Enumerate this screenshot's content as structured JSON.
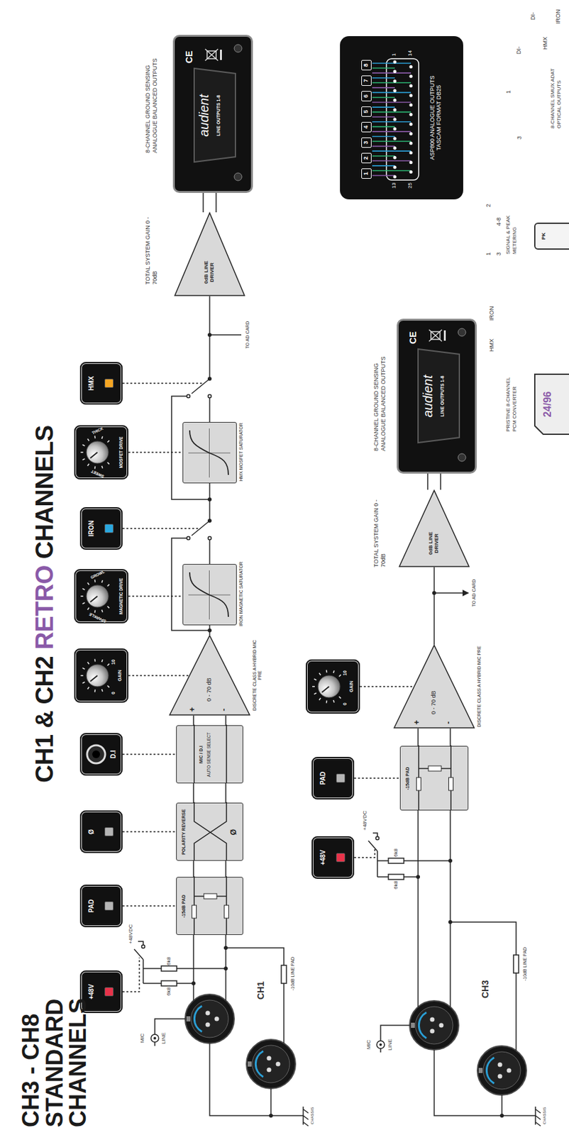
{
  "diagram": {
    "title": "CH1 & CH2 RETRO CHANNELS",
    "nodes": [
      {
        "text": [
          "+48V"
        ]
      },
      {
        "text": [
          "PAD"
        ]
      },
      {
        "text": [
          "Ø"
        ]
      },
      {
        "text": [
          "D.I"
        ]
      },
      {
        "text": [
          "GAIN",
          "0",
          "10"
        ]
      },
      {
        "text": [
          "MAGNETIC DRIVE",
          "SPARKLE",
          "GROWL"
        ]
      },
      {
        "text": [
          "IRON"
        ]
      },
      {
        "text": [
          "MOSFET DRIVE",
          "SWEET",
          "THICK"
        ]
      },
      {
        "text": [
          "HMX"
        ]
      },
      {
        "text": [
          "-15dB PAD"
        ]
      },
      {
        "text": [
          "POLARITY REVERSE",
          "Ø"
        ]
      },
      {
        "text": [
          "MIC / D.I",
          "AUTO SENSE SELECT"
        ]
      },
      {
        "text": [
          "+",
          "-",
          "0 - 70 dB",
          "DISCRETE CLASS A HYBRID MIC PRE"
        ]
      },
      {
        "text": [
          "IRON MAGNETIC SATURATOR"
        ]
      },
      {
        "text": [
          "HMX MOSFET SATURATOR"
        ]
      },
      {
        "text": [
          "0dB LINE DRIVER"
        ]
      },
      {
        "text": [
          "audient",
          "LINE OUTPUTS 1-8",
          "CE"
        ]
      },
      {
        "text": [
          "+48V"
        ]
      },
      {
        "text": [
          "PAD"
        ]
      },
      {
        "text": [
          "GAIN",
          "0",
          "10"
        ]
      },
      {
        "text": [
          "-15dB PAD"
        ]
      },
      {
        "text": [
          "+",
          "-",
          "0 - 70 dB",
          "DISCRETE CLASS A HYBRID MIC PRE"
        ]
      },
      {
        "text": [
          "0dB LINE DRIVER"
        ]
      },
      {
        "text": [
          "audient",
          "LINE OUTPUTS 1-8",
          "CE"
        ]
      },
      {
        "text": [
          "ASP800 ANALOGUE OUTPUTS TASCAM FORMAT DB25"
        ]
      },
      {
        "text": [
          "1"
        ],
        "in": 24
      },
      {
        "text": [
          "2"
        ],
        "in": 24
      },
      {
        "text": [
          "3"
        ],
        "in": 24
      },
      {
        "text": [
          "4"
        ],
        "in": 24
      },
      {
        "text": [
          "5"
        ],
        "in": 24
      },
      {
        "text": [
          "6"
        ],
        "in": 24
      },
      {
        "text": [
          "7"
        ],
        "in": 24
      },
      {
        "text": [
          "8"
        ],
        "in": 24
      },
      {
        "text": [
          "PK"
        ]
      },
      {
        "text": [
          "24/96"
        ]
      }
    ],
    "edges": [
      {
        "from": 1,
        "to": 9,
        "arrow": "none"
      },
      {
        "from": 2,
        "to": 10,
        "arrow": "none"
      },
      {
        "from": 3,
        "to": 11,
        "arrow": "none"
      },
      {
        "from": 4,
        "to": 12,
        "arrow": "none"
      },
      {
        "from": 5,
        "to": 13,
        "arrow": "none"
      },
      {
        "from": 7,
        "to": 14,
        "arrow": "none"
      },
      {
        "from": 9,
        "to": 10,
        "arrow": "none"
      },
      {
        "from": 10,
        "to": 11,
        "arrow": "none"
      },
      {
        "from": 11,
        "to": 12,
        "arrow": "none"
      },
      {
        "from": 12,
        "to": 13,
        "arrow": "none"
      },
      {
        "from": 13,
        "to": 14,
        "arrow": "none"
      },
      {
        "from": 14,
        "to": 15,
        "arrow": "none"
      },
      {
        "from": 15,
        "to": 16,
        "arrow": "none"
      },
      {
        "from": 18,
        "to": 20,
        "arrow": "none"
      },
      {
        "from": 19,
        "to": 21,
        "arrow": "none"
      },
      {
        "from": 20,
        "to": 21,
        "arrow": "none"
      },
      {
        "from": 21,
        "to": 22,
        "arrow": "none"
      },
      {
        "from": 22,
        "to": 23,
        "arrow": "none"
      }
    ],
    "labels": [
      "CH3 - CH8 STANDARD CHANNELS",
      "MIC",
      "LINE",
      "6k8",
      "6k8",
      "+48VDC",
      "CH1",
      "-10dB LINE PAD",
      "CHASSIS",
      "TO AD CARD",
      "TOTAL SYSTEM GAIN 0 - 70dB",
      "8-CHANNEL GROUND SENSING ANALOGUE BALANCED OUTPUTS",
      "MIC",
      "LINE",
      "6k8",
      "6k8",
      "+48VDC",
      "CH3",
      "-10dB LINE PAD",
      "CHASSIS",
      "TO AD CARD",
      "TOTAL SYSTEM GAIN 0 - 70dB",
      "8-CHANNEL GROUND SENSING ANALOGUE BALANCED OUTPUTS",
      "1",
      "13",
      "14",
      "25",
      "IRON",
      "HMX",
      "DI-",
      "DI-",
      "1",
      "3",
      "2",
      "1",
      "3",
      "4-8",
      "IRON",
      "HMX",
      "SIGNAL & PEAK METERING",
      "PRISTINE 8-CHANNEL PCM CONVERTER",
      "8-CHANNEL SMUX ADAT OPTICAL OUTPUTS"
    ]
  }
}
